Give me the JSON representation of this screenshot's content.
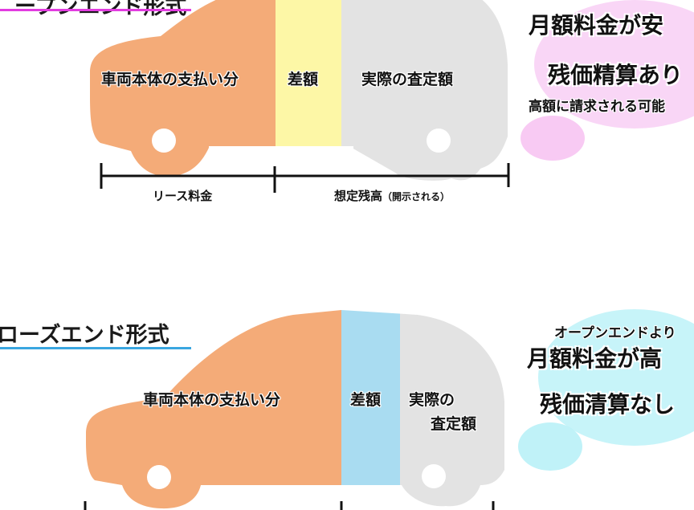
{
  "open_end": {
    "heading": "ープンエンド形式",
    "heading_color": "#e23ce0",
    "segments": {
      "body_payment": "車両本体の支払い分",
      "difference": "差額",
      "appraisal": "実際の査定額"
    },
    "segment_colors": {
      "body_payment": "#f4ab78",
      "difference": "#fdf7a6",
      "appraisal": "#e3e3e3"
    },
    "dimension_labels": {
      "lease_fee": "リース料金",
      "residual": "想定残高",
      "residual_note": "（開示される）"
    },
    "notes": {
      "line1": "月額料金が安",
      "line2": "残価精算あり",
      "line3": "高額に請求される可能"
    },
    "bubble_color": "#f7c4f2"
  },
  "closed_end": {
    "heading": "ローズエンド形式",
    "heading_color": "#3aa6e0",
    "segments": {
      "body_payment": "車両本体の支払い分",
      "difference": "差額",
      "appraisal_line1": "実際の",
      "appraisal_line2": "査定額"
    },
    "segment_colors": {
      "body_payment": "#f4ab78",
      "difference": "#a9dcf1",
      "appraisal": "#e3e3e3"
    },
    "notes": {
      "line0": "オープンエンドより",
      "line1": "月額料金が高",
      "line2": "残価清算なし"
    },
    "bubble_color": "#b9f1f7"
  }
}
